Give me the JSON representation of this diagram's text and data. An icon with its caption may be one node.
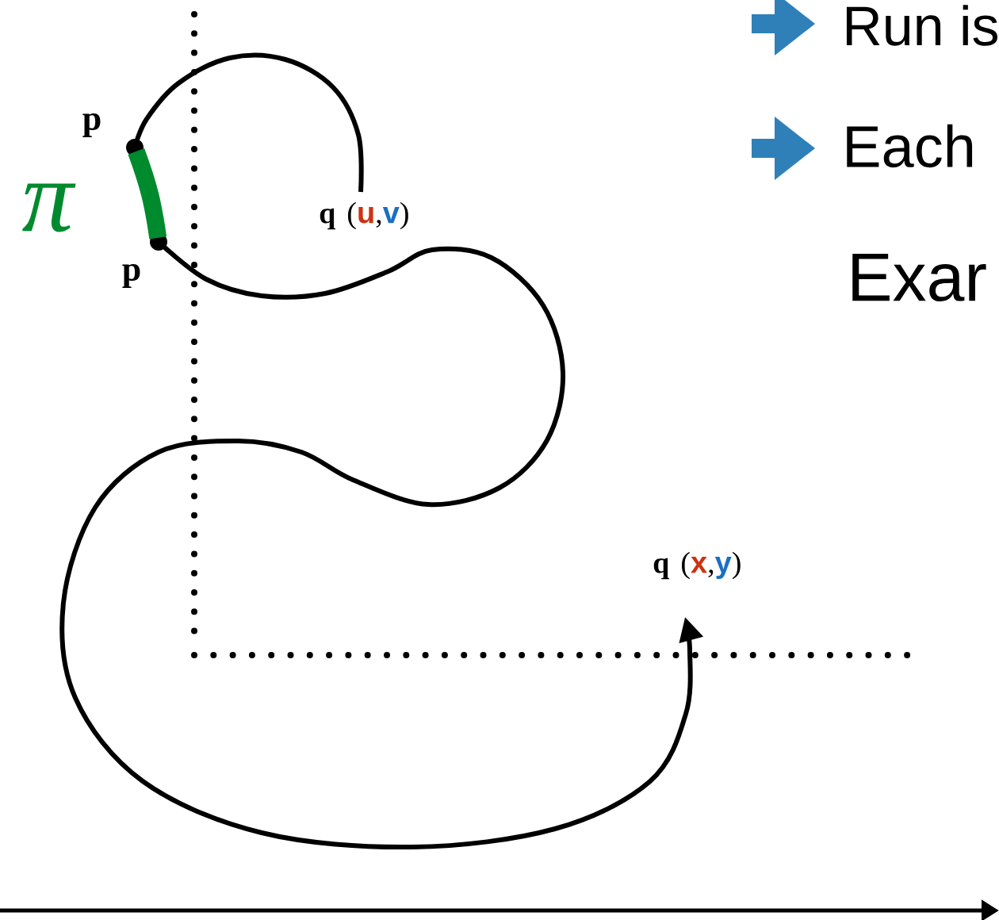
{
  "diagram": {
    "nodes": [
      {
        "text": [],
        "shape": "circle",
        "beside": [
          "p"
        ]
      },
      {
        "text": [],
        "shape": "circle",
        "beside": [
          "p"
        ]
      }
    ],
    "edges": [
      {
        "from": 0,
        "to": 1,
        "arrow": "none",
        "label": "π",
        "color": "#008a2e"
      }
    ],
    "labels": [
      "Run is",
      "Each",
      "q",
      "(",
      "u",
      ",",
      "v",
      ")",
      "Exar",
      "q",
      "(",
      "x",
      ",",
      "y",
      ")"
    ]
  }
}
